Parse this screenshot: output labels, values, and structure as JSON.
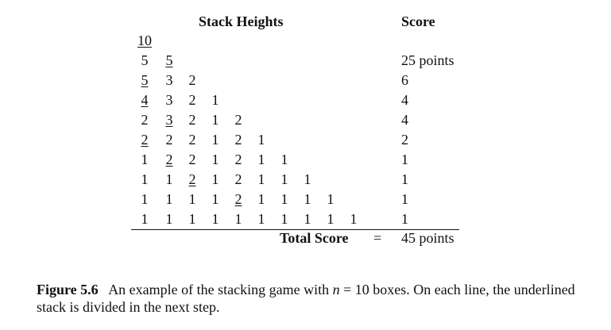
{
  "headers": {
    "stack_heights": "Stack Heights",
    "score": "Score"
  },
  "rows": [
    {
      "stacks": [
        "10"
      ],
      "underline": 0,
      "score": ""
    },
    {
      "stacks": [
        "5",
        "5"
      ],
      "underline": 1,
      "score": "25 points"
    },
    {
      "stacks": [
        "5",
        "3",
        "2"
      ],
      "underline": 0,
      "score": "6"
    },
    {
      "stacks": [
        "4",
        "3",
        "2",
        "1"
      ],
      "underline": 0,
      "score": "4"
    },
    {
      "stacks": [
        "2",
        "3",
        "2",
        "1",
        "2"
      ],
      "underline": 1,
      "score": "4"
    },
    {
      "stacks": [
        "2",
        "2",
        "2",
        "1",
        "2",
        "1"
      ],
      "underline": 0,
      "score": "2"
    },
    {
      "stacks": [
        "1",
        "2",
        "2",
        "1",
        "2",
        "1",
        "1"
      ],
      "underline": 1,
      "score": "1"
    },
    {
      "stacks": [
        "1",
        "1",
        "2",
        "1",
        "2",
        "1",
        "1",
        "1"
      ],
      "underline": 2,
      "score": "1"
    },
    {
      "stacks": [
        "1",
        "1",
        "1",
        "1",
        "2",
        "1",
        "1",
        "1",
        "1"
      ],
      "underline": 4,
      "score": "1"
    },
    {
      "stacks": [
        "1",
        "1",
        "1",
        "1",
        "1",
        "1",
        "1",
        "1",
        "1",
        "1"
      ],
      "underline": -1,
      "score": "1"
    }
  ],
  "total": {
    "label": "Total Score",
    "equals": "=",
    "value": "45 points"
  },
  "caption": {
    "figure_label": "Figure 5.6",
    "text_before_n": "An example of the stacking game with",
    "n_symbol": "n",
    "text_after_n": "= 10 boxes. On each line, the underlined stack is divided in the next step."
  }
}
